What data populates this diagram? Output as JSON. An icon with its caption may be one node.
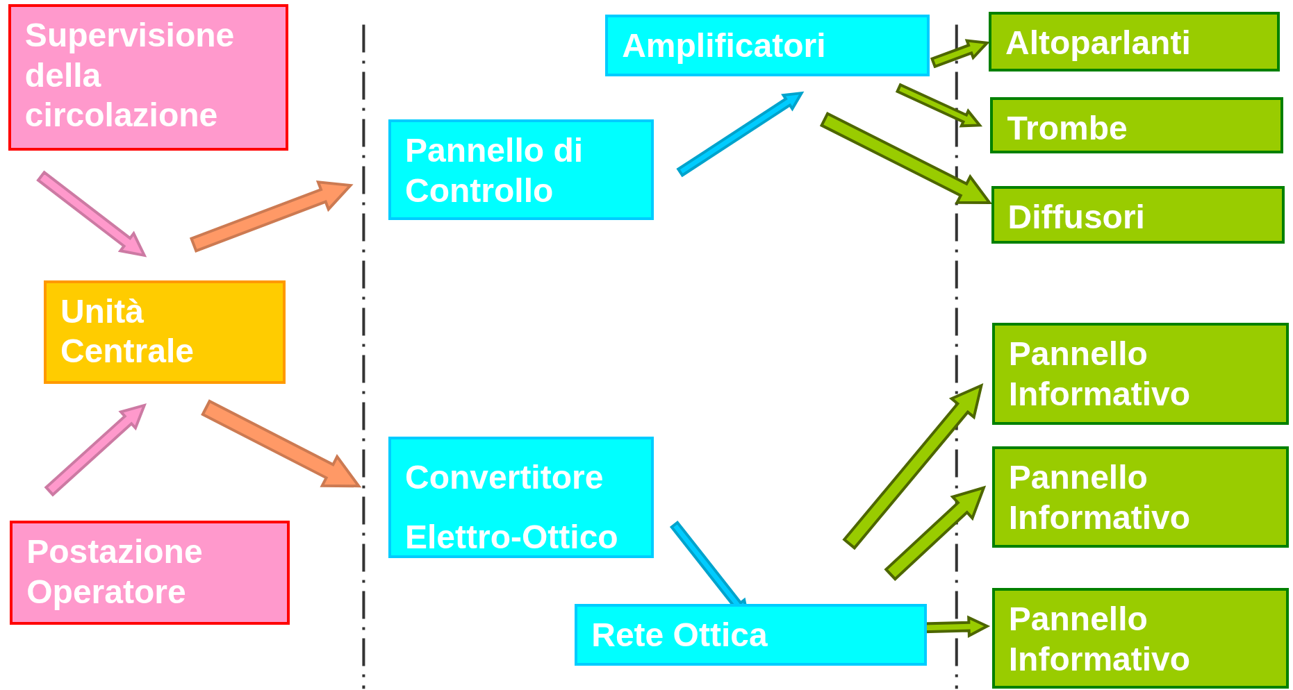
{
  "diagram": {
    "nodes": [
      {
        "text": [
          "Supervisione della circolazione"
        ]
      },
      {
        "text": [
          "Unità Centrale"
        ]
      },
      {
        "text": [
          "Postazione Operatore"
        ]
      },
      {
        "text": [
          "Pannello di Controllo"
        ]
      },
      {
        "text": [
          "Convertitore Elettro-Ottico"
        ]
      },
      {
        "text": [
          "Amplificatori"
        ]
      },
      {
        "text": [
          "Rete Ottica"
        ]
      },
      {
        "text": [
          "Altoparlanti"
        ]
      },
      {
        "text": [
          "Trombe"
        ]
      },
      {
        "text": [
          "Diffusori"
        ]
      },
      {
        "text": [
          "Pannello Informativo"
        ]
      },
      {
        "text": [
          "Pannello Informativo"
        ]
      },
      {
        "text": [
          "Pannello Informativo"
        ]
      }
    ],
    "edges": [
      {
        "from": 0,
        "to": 1,
        "arrow": "to",
        "style": "thick",
        "color": "#ff99cc"
      },
      {
        "from": 2,
        "to": 1,
        "arrow": "to",
        "style": "thick",
        "color": "#ff99cc"
      },
      {
        "from": 1,
        "to": 3,
        "arrow": "to",
        "style": "thick",
        "color": "#ff9966"
      },
      {
        "from": 1,
        "to": 4,
        "arrow": "to",
        "style": "thick",
        "color": "#ff9966"
      },
      {
        "from": 3,
        "to": 5,
        "arrow": "to",
        "style": "thick",
        "color": "#00ccff"
      },
      {
        "from": 4,
        "to": 6,
        "arrow": "to",
        "style": "thick",
        "color": "#00ccff"
      },
      {
        "from": 5,
        "to": 7,
        "arrow": "to",
        "style": "thick"
      },
      {
        "from": 5,
        "to": 8,
        "arrow": "to",
        "style": "thick"
      },
      {
        "from": 5,
        "to": 9,
        "arrow": "to",
        "style": "thick"
      },
      {
        "from": 6,
        "to": 10,
        "arrow": "to",
        "style": "thick"
      },
      {
        "from": 6,
        "to": 11,
        "arrow": "to",
        "style": "thick"
      },
      {
        "from": 6,
        "to": 12,
        "arrow": "to",
        "style": "thick"
      }
    ]
  }
}
